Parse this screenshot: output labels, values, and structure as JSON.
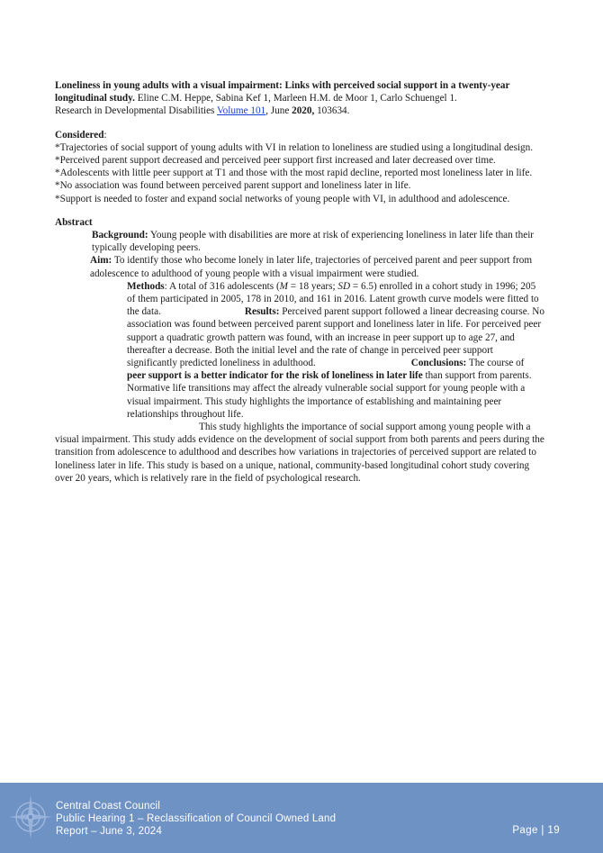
{
  "citation": {
    "title": "Loneliness in young adults with a visual impairment: Links with perceived social support in a twenty-year longitudinal study.",
    "authors": " Eline C.M. Heppe, Sabina Kef 1, Marleen H.M. de Moor 1, Carlo Schuengel 1.",
    "journal_prefix": "Research in Developmental Disabilities ",
    "volume_link": "Volume 101",
    "date_prefix": ", June ",
    "year": "2020,",
    "article": " 103634."
  },
  "considered": {
    "heading": "Considered",
    "colon": ":",
    "items": [
      "*Trajectories of social support of young adults with VI in relation to loneliness are studied using a longitudinal design.",
      "*Perceived parent support decreased and perceived peer support first increased and later decreased over time.",
      "*Adolescents with little peer support at T1 and those with the most rapid decline, reported most loneliness later in life.",
      "*No association was found between perceived parent support and loneliness later in life.",
      "*Support is needed to foster and expand social networks of young people with VI, in adulthood and adolescence."
    ]
  },
  "abstract": {
    "heading": "Abstract",
    "background_label": "Background:",
    "background_text": " Young people with disabilities are more at risk of experiencing loneliness in later life than their typically developing peers.",
    "aim_label": "Aim:",
    "aim_text": " To identify those who become lonely in later life, trajectories of perceived parent and peer support from adolescence to adulthood of young people with a visual impairment were studied.",
    "methods_label": "Methods",
    "methods_text_1": ": A total of 316 adolescents (",
    "m_symbol": "M",
    "methods_text_2": " = 18 years; ",
    "sd_symbol": "SD",
    "methods_text_3": " = 6.5) enrolled in a cohort study in 1996; 205 of them participated in 2005, 178 in 2010, and 161 in 2016. Latent growth curve models were fitted to the data.",
    "results_label": "Results:",
    "results_text": " Perceived parent support followed a linear decreasing course. No association was found between perceived parent support and loneliness later in life. For perceived peer support a quadratic growth pattern was found, with an increase in peer support up to age 27, and thereafter a decrease. Both the initial level and the rate of change in perceived peer support significantly predicted loneliness in adulthood.",
    "conclusions_label": "Conclusions:",
    "conclusions_text_1": " The course of ",
    "conclusions_bold": "peer support is a better indicator for the risk of loneliness in later life",
    "conclusions_text_2": " than support from parents. Normative life transitions may affect the already vulnerable social support for young people with a visual impairment. This study highlights the importance of establishing and maintaining peer relationships throughout life.",
    "final_paragraph": "This study highlights the importance of social support among young people with a visual impairment. This study adds evidence on the development of social support from both parents and peers during the transition from adolescence to adulthood and describes how variations in trajectories of perceived support are related to loneliness later in life. This study is based on a unique, national, community-based longitudinal cohort study covering over 20 years, which is relatively rare in the field of psychological research."
  },
  "footer": {
    "org": "Central Coast Council",
    "line2": "Public Hearing 1 – Reclassification of Council Owned Land",
    "line3": "Report – June 3, 2024",
    "page_label": "Page | 19",
    "background_color": "#6f92c5",
    "logo_icon": "compass-rose-icon"
  }
}
